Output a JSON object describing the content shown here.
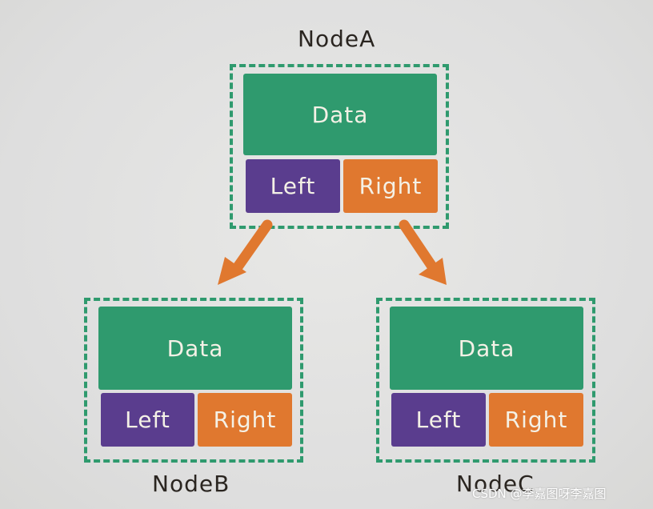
{
  "diagram": {
    "nodes": [
      {
        "id": "node-a",
        "title": "NodeA",
        "data": "Data",
        "left": "Left",
        "right": "Right"
      },
      {
        "id": "node-b",
        "title": "NodeB",
        "data": "Data",
        "left": "Left",
        "right": "Right"
      },
      {
        "id": "node-c",
        "title": "NodeC",
        "data": "Data",
        "left": "Left",
        "right": "Right"
      }
    ],
    "edges": [
      {
        "from": "NodeA",
        "to": "NodeB"
      },
      {
        "from": "NodeA",
        "to": "NodeC"
      }
    ],
    "colors": {
      "data": "#2f9a6e",
      "left": "#5a3d8e",
      "right": "#e0782f",
      "border": "#2f9a6e",
      "arrow": "#e0782f"
    }
  },
  "watermark": "CSDN @李嘉图呀李嘉图"
}
